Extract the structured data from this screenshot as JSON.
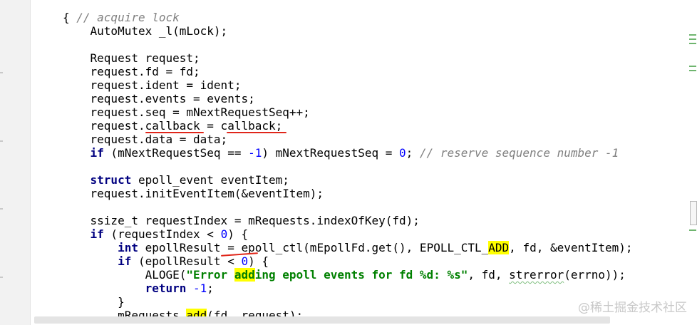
{
  "code": {
    "l1_open": "{ ",
    "l1_comment": "// acquire lock",
    "l2": "AutoMutex _l(mLock);",
    "l4": "Request request;",
    "l5": "request.fd = fd;",
    "l6": "request.ident = ident;",
    "l7": "request.events = events;",
    "l8": "request.seq = mNextRequestSeq++;",
    "l9": "request.callback = callback;",
    "l10": "request.data = data;",
    "l11_kw": "if",
    "l11_a": " (mNextRequestSeq == ",
    "l11_num1": "-1",
    "l11_b": ") mNextRequestSeq = ",
    "l11_num2": "0",
    "l11_c": "; ",
    "l11_comment": "// reserve sequence number -1",
    "l13_kw": "struct",
    "l13_rest": " epoll_event eventItem;",
    "l14": "request.initEventItem(&eventItem);",
    "l16": "ssize_t requestIndex = mRequests.indexOfKey(fd);",
    "l17_kw": "if",
    "l17_a": " (requestIndex < ",
    "l17_num": "0",
    "l17_b": ") {",
    "l18_kw": "int",
    "l18_a": " epollResult = ",
    "l18_fn": "epoll_ctl",
    "l18_b": "(mEpollFd.get(), EPOLL_CTL_",
    "l18_hl": "ADD",
    "l18_c": ", fd, &eventItem);",
    "l19_kw": "if",
    "l19_a": " (epollResult < ",
    "l19_num": "0",
    "l19_b": ") {",
    "l20_a": "ALOGE(",
    "l20_str1": "\"Error ",
    "l20_hl": "add",
    "l20_str2": "ing epoll events for fd %d: %s\"",
    "l20_b": ", fd, ",
    "l20_fn": "strerror",
    "l20_c": "(errno));",
    "l21_kw": "return",
    "l21_num": " -1",
    "l21_b": ";",
    "l22": "}",
    "l23_a": "mRequests.",
    "l23_hl": "add",
    "l23_b": "(fd, request);"
  },
  "watermark": "@稀土掘金技术社区",
  "colors": {
    "keyword": "#000080",
    "number": "#0000ff",
    "string": "#008000",
    "comment": "#808080",
    "highlight": "#ffff00",
    "annotation": "#e0261a"
  }
}
